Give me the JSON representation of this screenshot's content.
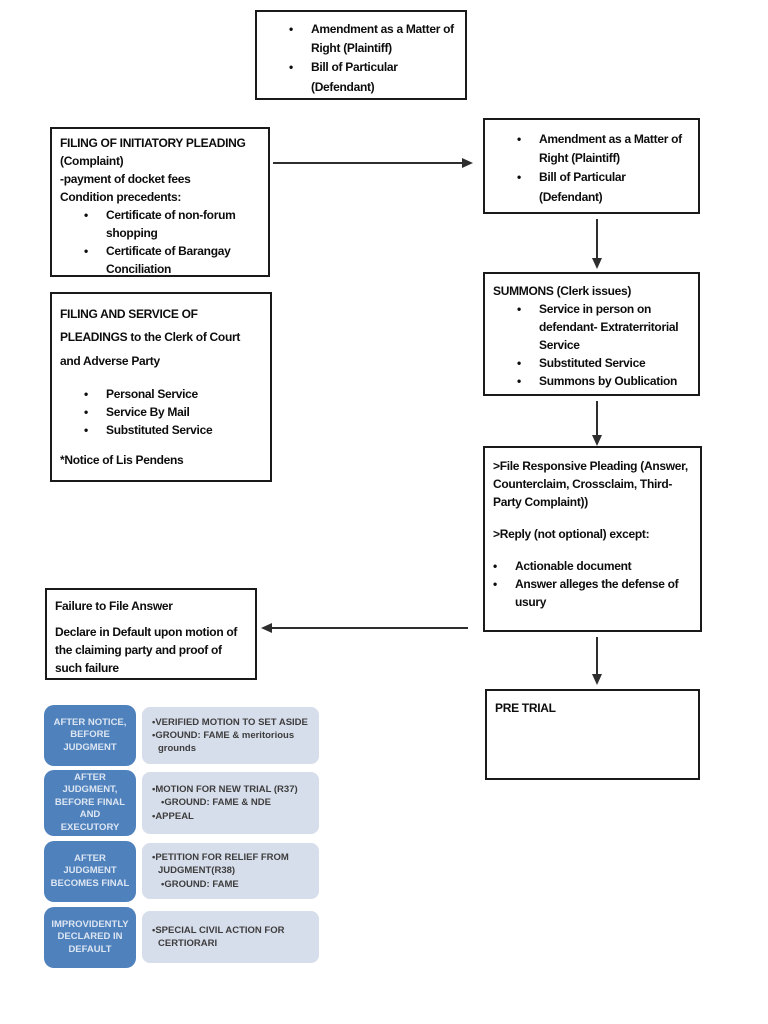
{
  "glyphs": {
    "bullet": "•"
  },
  "colors": {
    "box_border": "#1a1a1a",
    "arrow": "#2e2e2e",
    "accent_blue": "#4f81bd",
    "panel_light": "#d7deeb",
    "label_text": "#dce6f2",
    "panel_text": "#3d3d3d"
  },
  "flowchart": {
    "amendment_top": {
      "bullets": [
        "Amendment as a Matter of Right (Plaintiff)",
        "Bill of Particular (Defendant)"
      ]
    },
    "filing": {
      "lines": [
        "FILING OF INITIATORY PLEADING",
        "(Complaint)",
        "-payment of docket fees",
        "Condition precedents:"
      ],
      "bullets": [
        "Certificate of non-forum shopping",
        "Certificate of Barangay Conciliation"
      ]
    },
    "amendment_right": {
      "bullets": [
        "Amendment as a Matter of Right (Plaintiff)",
        "Bill of Particular (Defendant)"
      ]
    },
    "summons": {
      "title": "SUMMONS (Clerk issues)",
      "bullets": [
        "Service in person on defendant- Extraterritorial Service",
        "Substituted Service",
        "Summons by Oublication"
      ]
    },
    "service": {
      "lines": [
        "FILING AND SERVICE OF",
        "PLEADINGS to the Clerk of Court",
        "and Adverse Party"
      ],
      "bullets": [
        "Personal Service",
        "Service By Mail",
        "Substituted Service"
      ],
      "note": "*Notice of Lis Pendens"
    },
    "responsive": {
      "para1": ">File Responsive Pleading (Answer, Counterclaim, Crossclaim, Third-Party Complaint))",
      "para2": ">Reply (not optional) except:",
      "bullets": [
        "Actionable document",
        "Answer alleges the defense of usury"
      ]
    },
    "failure": {
      "line1": "Failure to File Answer",
      "para": "Declare in Default upon motion of the claiming party and proof of such failure"
    },
    "pretrial": {
      "title": "PRE TRIAL"
    }
  },
  "smartart": {
    "rows": [
      {
        "label": "AFTER NOTICE, BEFORE JUDGMENT",
        "items": [
          "•VERIFIED MOTION TO SET ASIDE",
          "•GROUND: FAME  & meritorious grounds"
        ]
      },
      {
        "label": "AFTER JUDGMENT, BEFORE FINAL AND EXECUTORY",
        "items": [
          "•MOTION FOR NEW TRIAL (R37)",
          "•GROUND: FAME & NDE",
          "•APPEAL"
        ]
      },
      {
        "label": "AFTER JUDGMENT BECOMES FINAL",
        "items": [
          "•PETITION FOR RELIEF FROM JUDGMENT(R38)",
          "•GROUND: FAME"
        ]
      },
      {
        "label": "IMPROVIDENTLY DECLARED IN DEFAULT",
        "items": [
          "•SPECIAL CIVIL ACTION FOR CERTIORARI"
        ]
      }
    ]
  }
}
